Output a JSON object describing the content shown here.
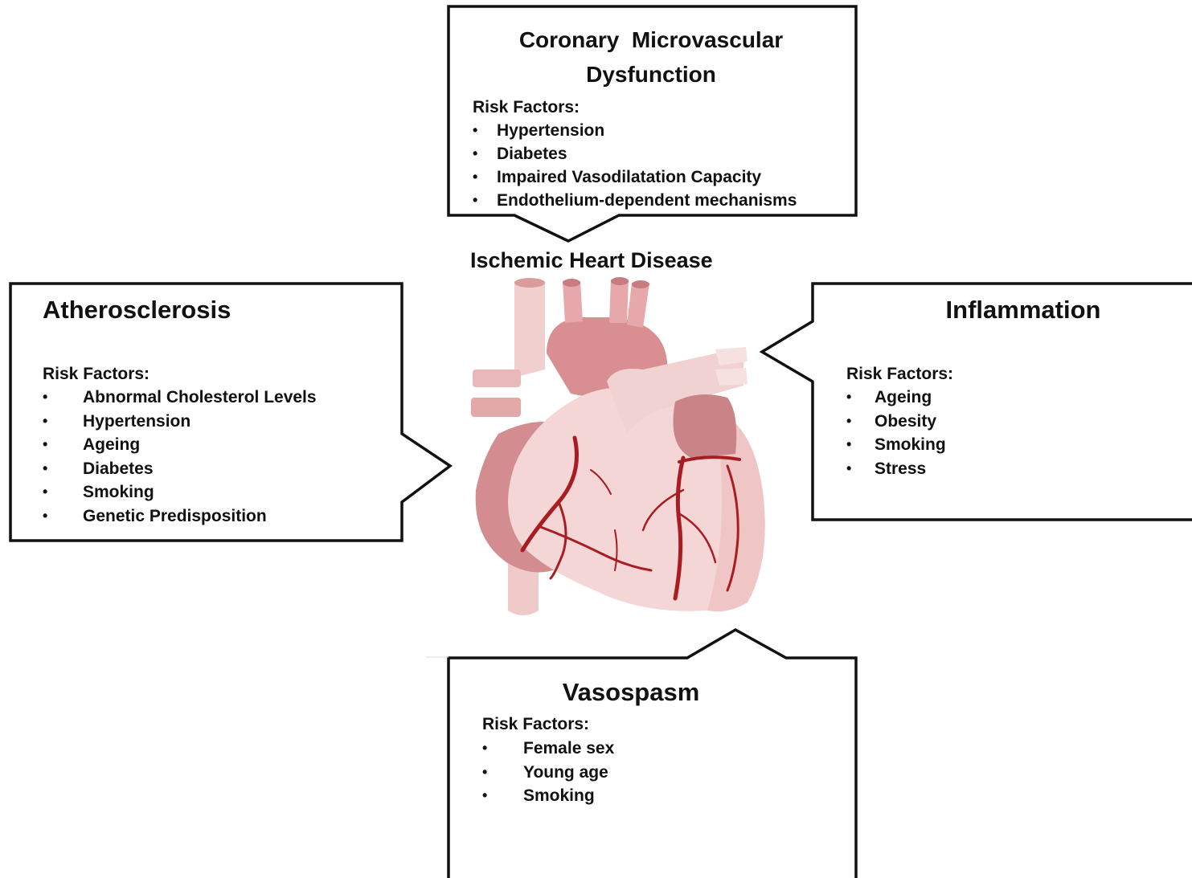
{
  "center_title": "Ischemic Heart Disease",
  "bullet_glyph": "•",
  "boxes": {
    "coronary_microvascular": {
      "title_line1": "Coronary  Microvascular",
      "title_line2": "Dysfunction",
      "risk_label": "Risk Factors:",
      "items": [
        "Hypertension",
        "Diabetes",
        "Impaired Vasodilatation Capacity",
        "Endothelium-dependent mechanisms"
      ]
    },
    "atherosclerosis": {
      "title": "Atherosclerosis",
      "risk_label": "Risk Factors:",
      "items": [
        "Abnormal Cholesterol Levels",
        "Hypertension",
        "Ageing",
        "Diabetes",
        "Smoking",
        "Genetic Predisposition"
      ]
    },
    "inflammation": {
      "title": "Inflammation",
      "risk_label": "Risk Factors:",
      "items": [
        "Ageing",
        "Obesity",
        "Smoking",
        "Stress"
      ]
    },
    "vasospasm": {
      "title": "Vasospasm",
      "risk_label": "Risk Factors:",
      "items": [
        "Female sex",
        "Young age",
        "Smoking"
      ]
    }
  },
  "colors": {
    "outline": "#111111",
    "heart_light": "#f2cfcf",
    "heart_mid": "#e3a5a5",
    "heart_dark": "#c77b7e",
    "vessel": "#a81c22"
  }
}
